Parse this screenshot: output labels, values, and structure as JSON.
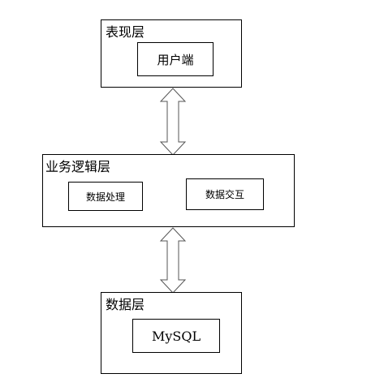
{
  "presentation_layer": {
    "title": "表现层",
    "client_label": "用户端"
  },
  "business_layer": {
    "title": "业务逻辑层",
    "data_processing_label": "数据处理",
    "data_interaction_label": "数据交互"
  },
  "data_layer": {
    "title": "数据层",
    "database_label": "MySQL"
  }
}
